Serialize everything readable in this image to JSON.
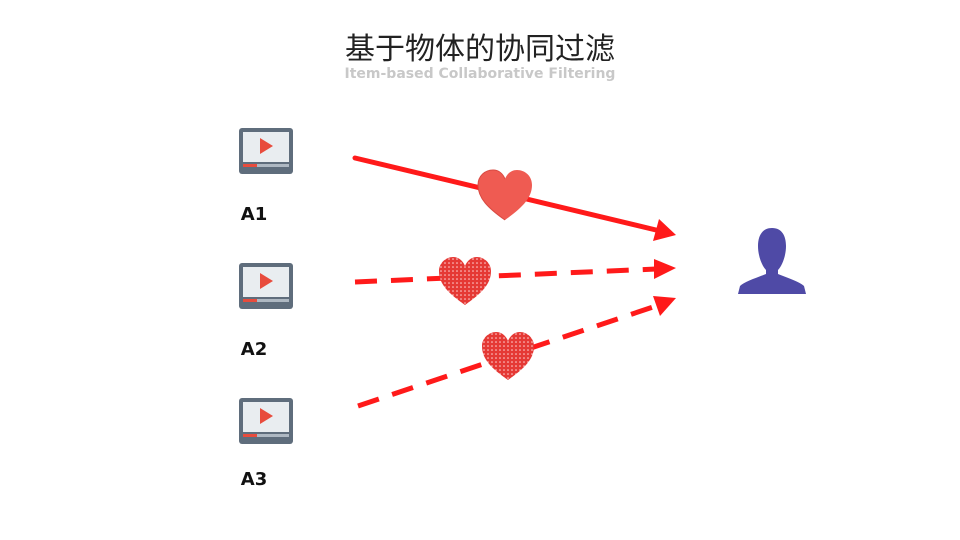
{
  "title": "基于物体的协同过滤",
  "subtitle": "Item-based Collaborative Filtering",
  "items": [
    {
      "label": "A1"
    },
    {
      "label": "A2"
    },
    {
      "label": "A3"
    }
  ],
  "colors": {
    "arrow": "#ff1a1a",
    "heart": "#ef5b52",
    "dotted_heart": "#e53935",
    "user": "#4f4aa6",
    "video_frame": "#5f6d7c",
    "video_screen": "#e9edf0",
    "play": "#e84c3d"
  },
  "icons": [
    "video-player-icon",
    "heart-icon",
    "user-silhouette-icon"
  ]
}
